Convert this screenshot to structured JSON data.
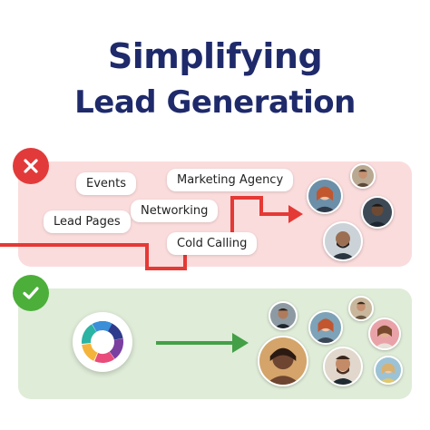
{
  "title": {
    "line1": "Simplifying",
    "line2": "Lead Generation"
  },
  "bad_panel": {
    "icon": "x-icon",
    "color": "#e23a3a",
    "background": "#fbdcdc",
    "channels": [
      "Events",
      "Marketing Agency",
      "Networking",
      "Lead Pages",
      "Cold Calling"
    ]
  },
  "good_panel": {
    "icon": "check-icon",
    "color": "#4caf3a",
    "background": "#dfecd8",
    "logo": "ring-logo-icon"
  },
  "colors": {
    "title": "#1f2a6b",
    "bad_arrow": "#e53935",
    "good_arrow": "#43a047"
  }
}
